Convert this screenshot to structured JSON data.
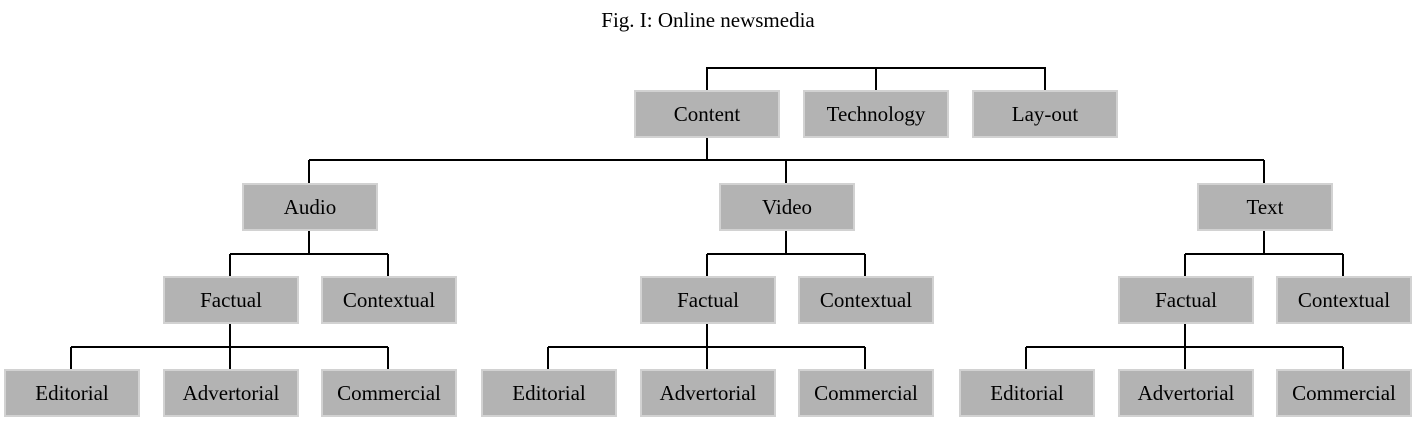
{
  "title": "Fig. I: Online newsmedia",
  "level1": [
    "Content",
    "Technology",
    "Lay-out"
  ],
  "media": [
    {
      "label": "Audio",
      "factual": "Factual",
      "contextual": "Contextual",
      "types": [
        "Editorial",
        "Advertorial",
        "Commercial"
      ]
    },
    {
      "label": "Video",
      "factual": "Factual",
      "contextual": "Contextual",
      "types": [
        "Editorial",
        "Advertorial",
        "Commercial"
      ]
    },
    {
      "label": "Text",
      "factual": "Factual",
      "contextual": "Contextual",
      "types": [
        "Editorial",
        "Advertorial",
        "Commercial"
      ]
    }
  ]
}
